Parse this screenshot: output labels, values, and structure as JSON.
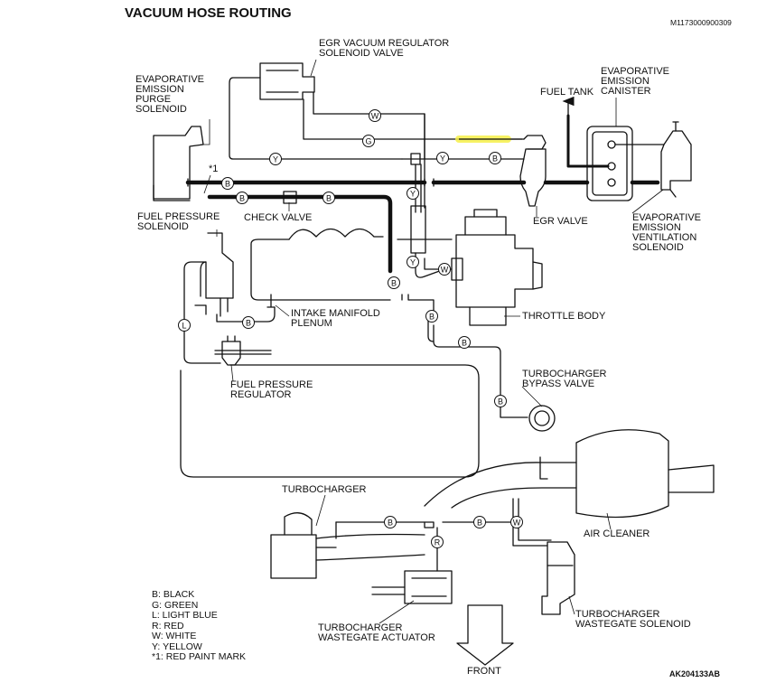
{
  "title": "VACUUM HOSE ROUTING",
  "reference_code": "M1173000900309",
  "figure_code": "AK204133AB",
  "labels": {
    "egr_solenoid": [
      "EGR VACUUM REGULATOR",
      "SOLENOID VALVE"
    ],
    "evap_purge": [
      "EVAPORATIVE",
      "EMISSION",
      "PURGE",
      "SOLENOID"
    ],
    "fuel_tank": "FUEL TANK",
    "evap_canister": [
      "EVAPORATIVE",
      "EMISSION",
      "CANISTER"
    ],
    "red_mark": "*1",
    "fuel_pressure_solenoid": [
      "FUEL PRESSURE",
      "SOLENOID"
    ],
    "check_valve": "CHECK VALVE",
    "egr_valve": "EGR VALVE",
    "evap_ventilation": [
      "EVAPORATIVE",
      "EMISSION",
      "VENTILATION",
      "SOLENOID"
    ],
    "intake_plenum": [
      "INTAKE MANIFOLD",
      "PLENUM"
    ],
    "throttle_body": "THROTTLE BODY",
    "fuel_pressure_regulator": [
      "FUEL PRESSURE",
      "REGULATOR"
    ],
    "turbo_bypass": [
      "TURBOCHARGER",
      "BYPASS VALVE"
    ],
    "turbocharger": "TURBOCHARGER",
    "air_cleaner": "AIR CLEANER",
    "wastegate_actuator": [
      "TURBOCHARGER",
      "WASTEGATE ACTUATOR"
    ],
    "wastegate_solenoid": [
      "TURBOCHARGER",
      "WASTEGATE SOLENOID"
    ],
    "front": "FRONT"
  },
  "legend": [
    "B: BLACK",
    "G: GREEN",
    "L: LIGHT BLUE",
    "R: RED",
    "W: WHITE",
    "Y: YELLOW",
    "*1: RED PAINT MARK"
  ],
  "hose_codes": {
    "b": "B",
    "g": "G",
    "l": "L",
    "r": "R",
    "w": "W",
    "y": "Y"
  },
  "highlight_color": "#f6f04a"
}
